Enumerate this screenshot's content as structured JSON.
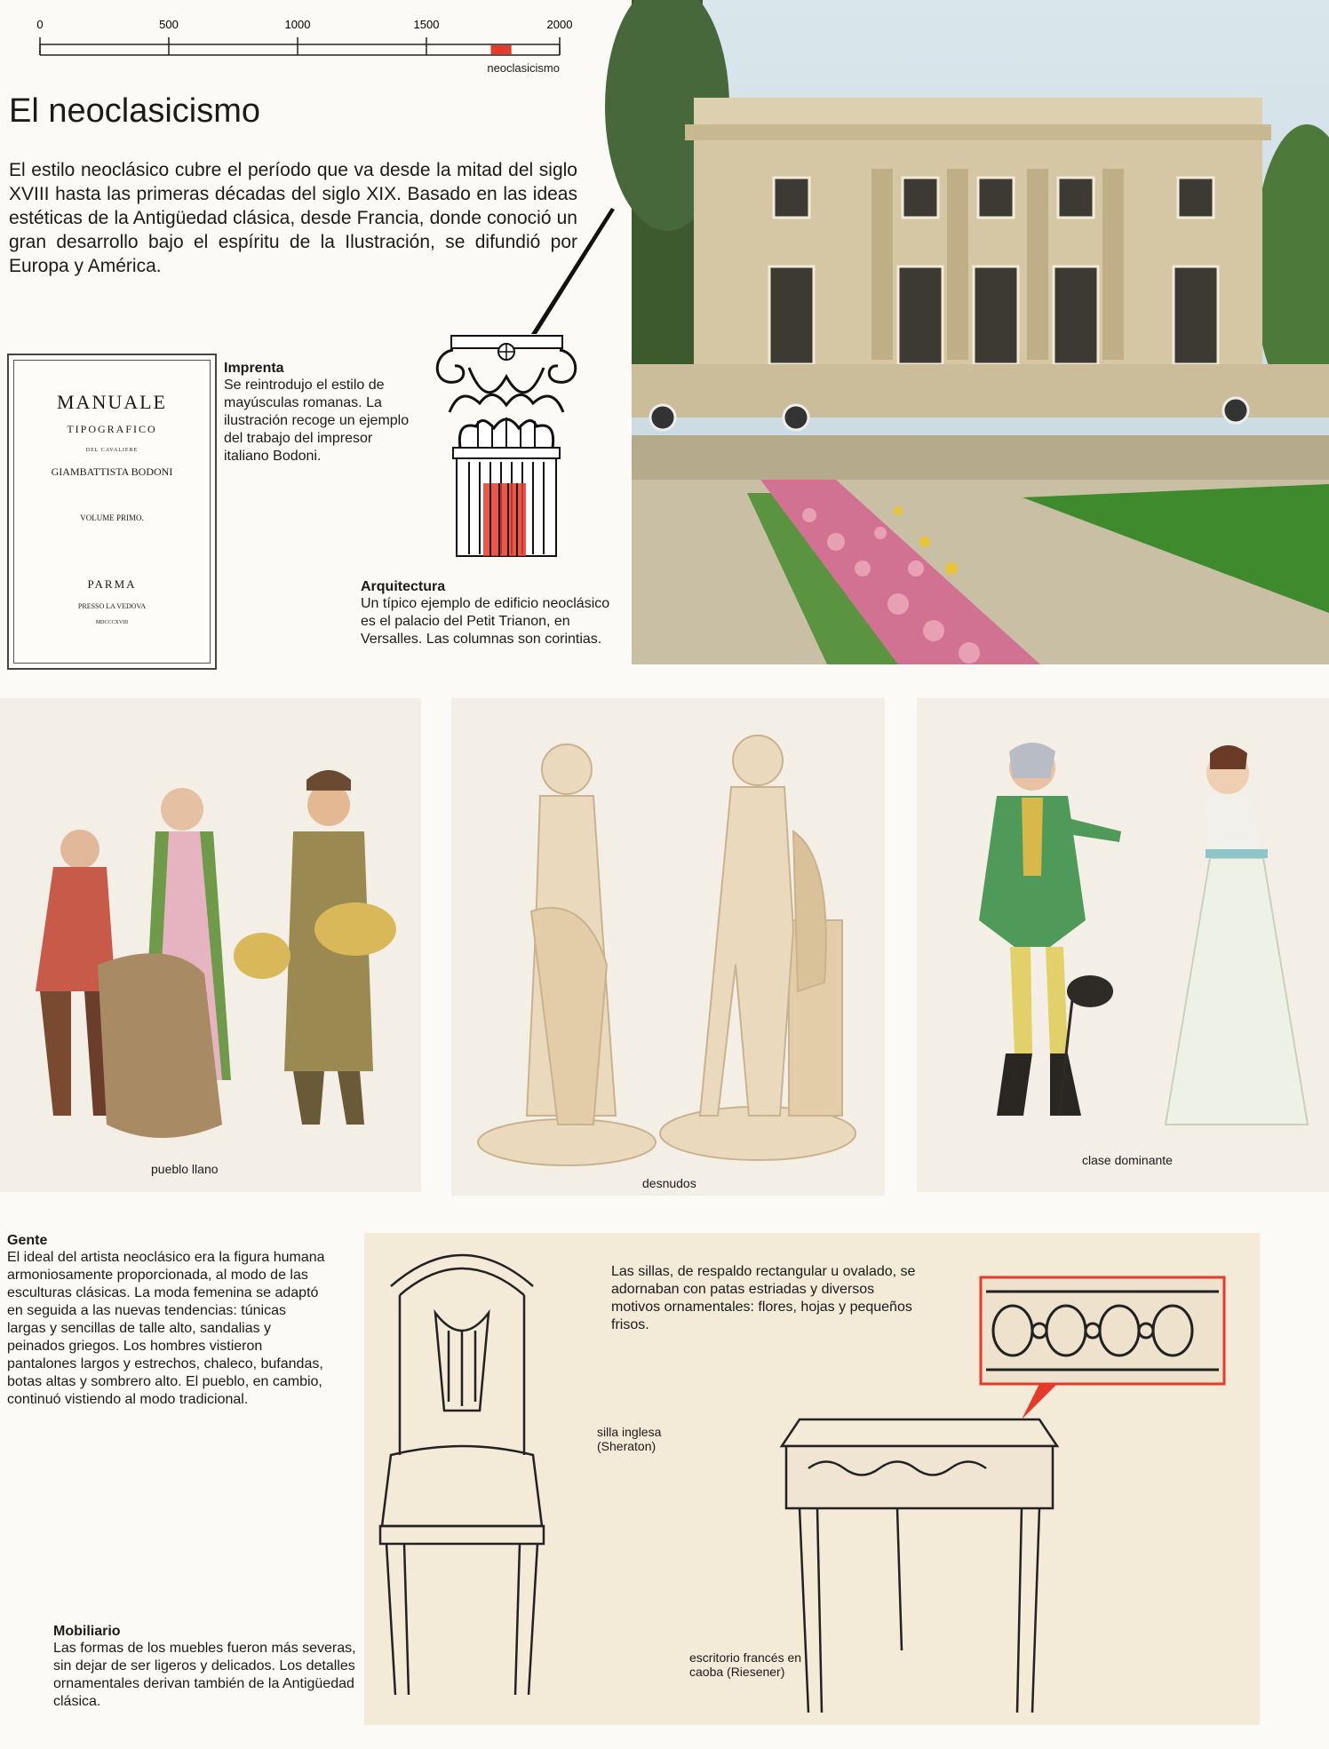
{
  "timeline": {
    "ticks": [
      "0",
      "500",
      "1000",
      "1500",
      "2000"
    ],
    "values": [
      0,
      500,
      1000,
      1500,
      2000
    ],
    "period_start": 1750,
    "period_end": 1830,
    "period_color": "#e63a2a",
    "label": "neoclasicismo"
  },
  "page": {
    "title": "El neoclasicismo",
    "intro": "El estilo neoclásico cubre el período que va desde la mitad del siglo XVIII hasta las primeras décadas del siglo XIX. Basado en las ideas estéticas de la Antigüedad clásica, desde Francia, donde conoció un gran desarrollo bajo el espíritu de la Ilustración, se difundió por Europa y América."
  },
  "imprenta": {
    "heading": "Imprenta",
    "text": "Se reintrodujo el estilo de mayúsculas romanas. La ilustración recoge un ejemplo del trabajo del impresor italiano Bodoni."
  },
  "book": {
    "title": "MANUALE",
    "subtitle": "TIPOGRAFICO",
    "small": "DEL CAVALIERE",
    "author": "GIAMBATTISTA BODONI",
    "volume": "VOLUME PRIMO.",
    "city": "PARMA",
    "printer": "PRESSO LA VEDOVA",
    "year": "MDCCCXVIII"
  },
  "arquitectura": {
    "heading": "Arquitectura",
    "text": "Un típico ejemplo de edificio neoclásico es el palacio del Petit Trianon, en Versalles. Las columnas son corintias."
  },
  "people": {
    "pueblo": "pueblo llano",
    "desnudos": "desnudos",
    "clase": "clase dominante"
  },
  "gente": {
    "heading": "Gente",
    "text": "El ideal del artista neoclásico era la figura humana armoniosamente proporcionada, al modo de las esculturas clásicas. La moda femenina se adaptó en seguida a las nuevas tendencias: túnicas largas y sencillas de talle alto, sandalias y peinados griegos. Los hombres vistieron pantalones largos y estrechos, chaleco, bufandas, botas altas y sombrero alto. El pueblo, en cambio, continuó vistiendo al modo tradicional."
  },
  "furniture": {
    "sillas": "Las sillas, de respaldo rectangular u ovalado, se adornaban con patas estriadas y diversos motivos ornamentales: flores, hojas y pequeños frisos.",
    "silla_label": "silla inglesa (Sheraton)",
    "escritorio_label": "escritorio francés en caoba (Riesener)"
  },
  "mobiliario": {
    "heading": "Mobiliario",
    "text": "Las formas de los muebles fueron más severas, sin dejar de ser ligeros y delicados. Los detalles ornamentales derivan también de la Antigüedad clásica."
  },
  "colors": {
    "accent": "#e63a2a",
    "panel": "#f4efe6"
  }
}
